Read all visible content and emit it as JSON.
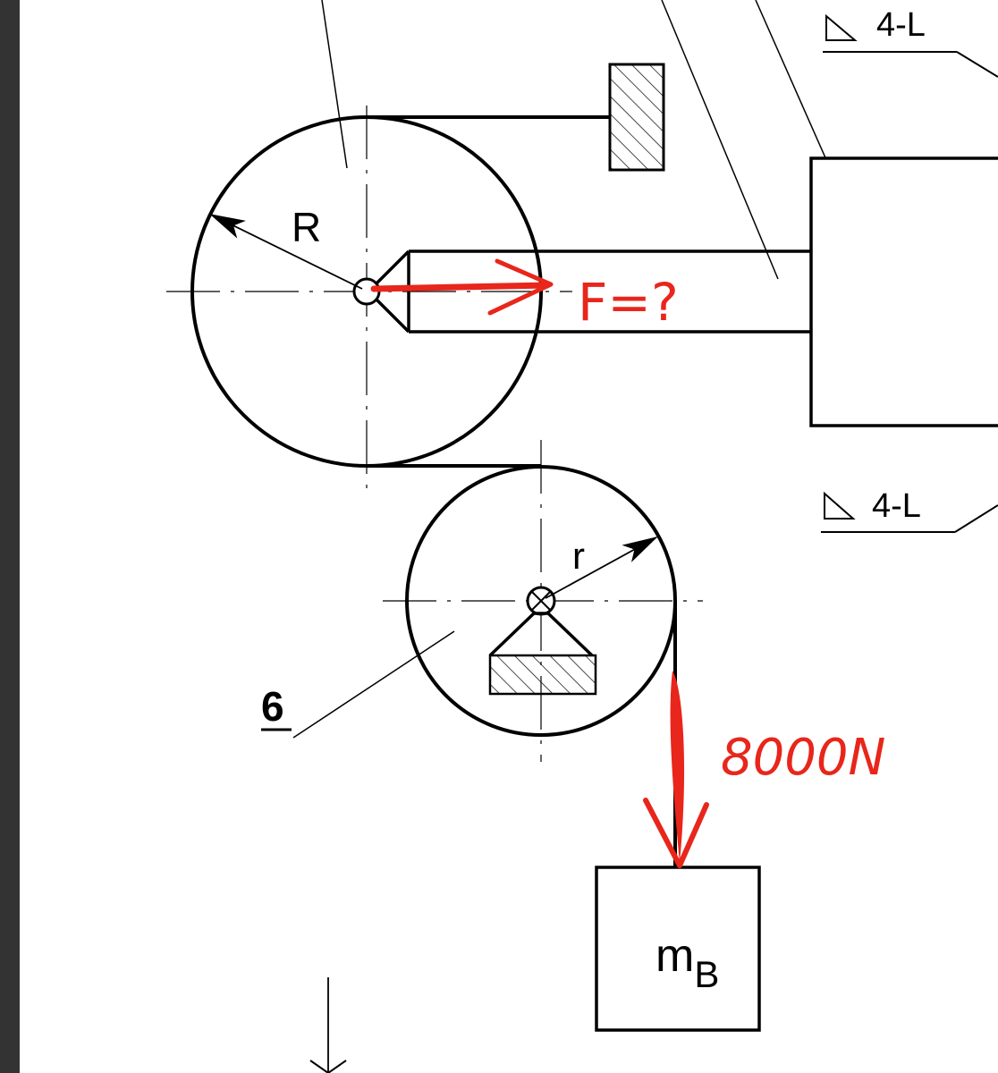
{
  "labels": {
    "radius_big": "R",
    "radius_small": "r",
    "force": "F=?",
    "load": "8000N",
    "mass_main": "m",
    "mass_sub": "B",
    "part_number": "6",
    "weld_top": "4-L",
    "weld_bottom": "4-L"
  },
  "colors": {
    "ink": "#000000",
    "annotation": "#e8261b",
    "background": "#ffffff"
  }
}
